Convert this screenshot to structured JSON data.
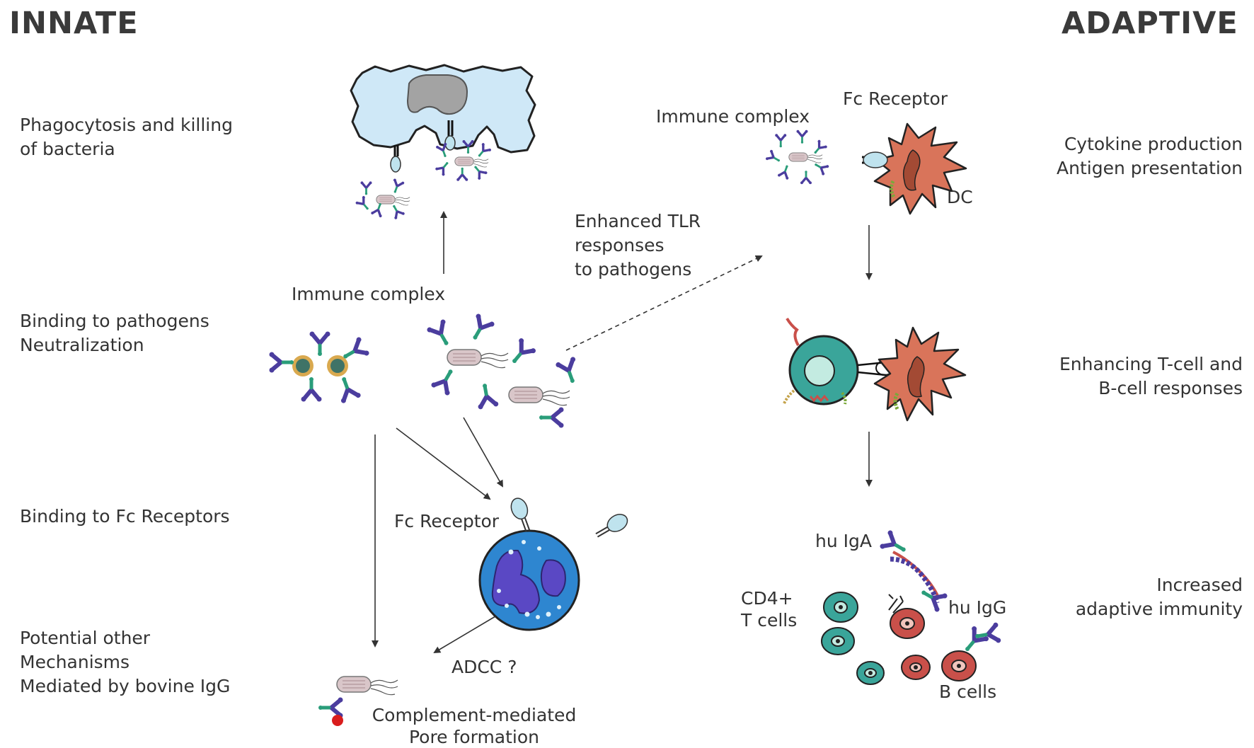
{
  "headings": {
    "innate": "INNATE",
    "adaptive": "ADAPTIVE"
  },
  "innate": {
    "phagocytosis": [
      "Phagocytosis and killing",
      "of bacteria"
    ],
    "binding_pathogens": [
      "Binding to pathogens",
      "Neutralization"
    ],
    "binding_fc": "Binding to Fc Receptors",
    "other": [
      "Potential other",
      "Mechanisms",
      "Mediated by bovine IgG"
    ]
  },
  "center": {
    "immune_complex": "Immune complex",
    "fc_receptor": "Fc Receptor",
    "tlr": [
      "Enhanced TLR",
      "responses",
      "to pathogens"
    ],
    "adcc": "ADCC ?",
    "complement": [
      "Complement-mediated",
      "Pore formation"
    ]
  },
  "adaptive": {
    "immune_complex": "Immune complex",
    "fc_receptor": "Fc Receptor",
    "dc": "DC",
    "cytokine": [
      "Cytokine production",
      "Antigen presentation"
    ],
    "enhancing": [
      "Enhancing T-cell and",
      "B-cell responses"
    ],
    "hu_iga": "hu IgA",
    "hu_igg": "hu IgG",
    "cd4": [
      "CD4+",
      "T cells"
    ],
    "b_cells": "B cells",
    "increased": [
      "Increased",
      "adaptive immunity"
    ]
  },
  "colors": {
    "antibody_purple": "#4b3d9e",
    "antibody_green": "#2a9d7a",
    "macrophage_fill": "#cfe8f7",
    "nucleus_gray": "#a3a3a3",
    "neutrophil_blue": "#2e86d0",
    "dc_orange": "#d9745a",
    "tcell_teal": "#3aa59a",
    "bcell_red": "#c9504a",
    "complement_red": "#d91d1d"
  }
}
